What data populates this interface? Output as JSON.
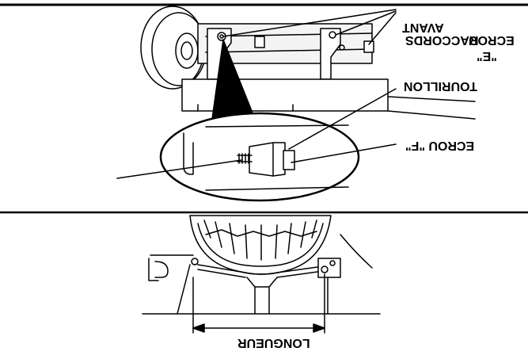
{
  "labels": {
    "ecrou_e_line1": "ECROU",
    "ecrou_e_line2": "\"E\"",
    "raccords_line1": "RACCORDS",
    "raccords_line2": "AVANT",
    "tourillon": "TOURILLON",
    "ecrou_f": "ECROU \"F\"",
    "longueur": "LONGUEUR"
  },
  "colors": {
    "ink": "#000000",
    "paper": "#ffffff",
    "panel_fill": "#f2f2f2"
  }
}
